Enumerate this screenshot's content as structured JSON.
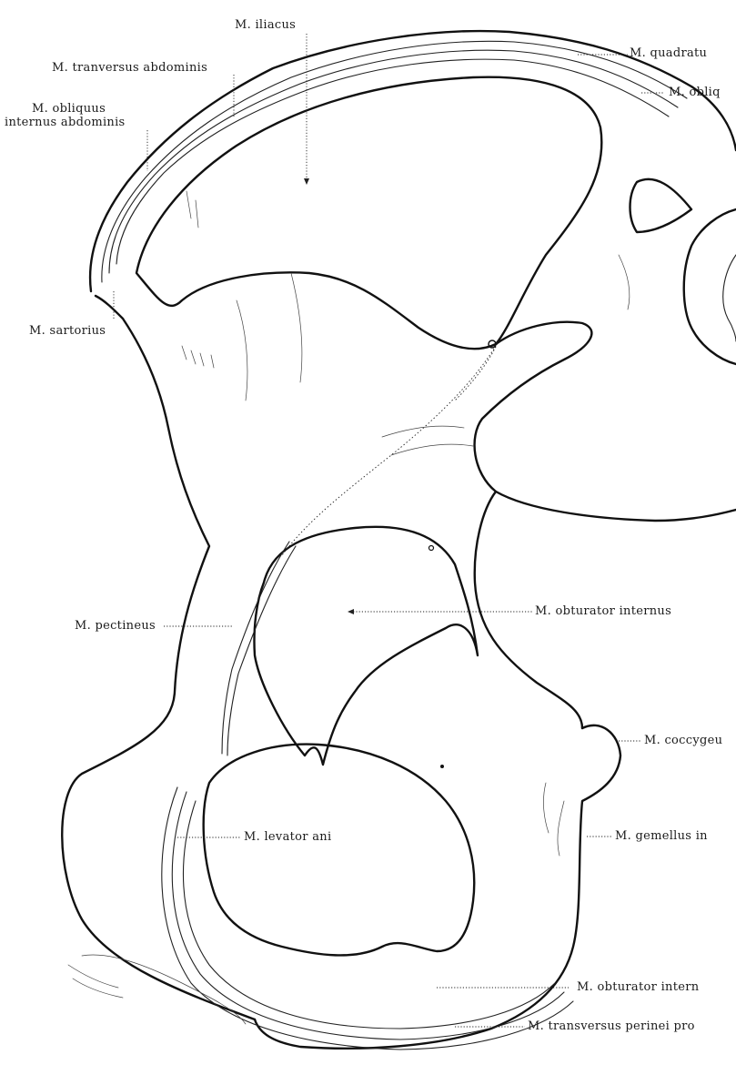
{
  "labels": {
    "iliacus": "M. iliacus",
    "transversus_abdominis": "M. tranversus abdominis",
    "obliquus_internus_line1": "M. obliquus",
    "obliquus_internus_line2": "internus abdominis",
    "quadratus": "M. quadratu",
    "obliquus_right": "M. obliq",
    "sartorius": "M. sartorius",
    "obturator_internus_1": "M. obturator internus",
    "pectineus": "M. pectineus",
    "coccygeus": "M. coccygeu",
    "gemellus": "M. gemellus in",
    "levator_ani": "M. levator ani",
    "obturator_internus_2": "M. obturator intern",
    "transversus_perinei": "M. transversus perinei pro"
  }
}
